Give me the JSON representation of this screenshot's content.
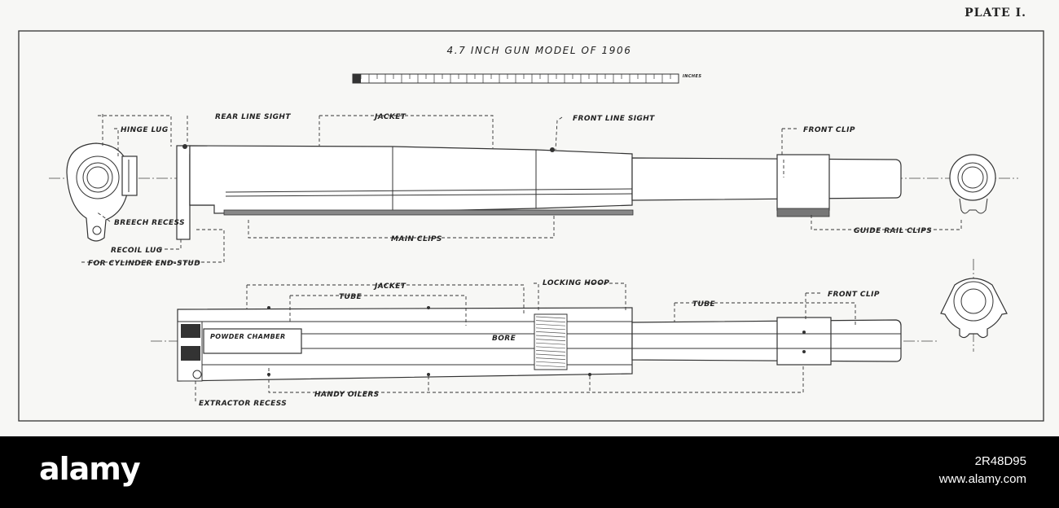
{
  "plate": "PLATE I.",
  "title": "4.7 INCH GUN MODEL OF 1906",
  "scale_unit": "INCHES",
  "top_view": {
    "rear_line_sight": "REAR LINE SIGHT",
    "hinge_lug": "HINGE LUG",
    "jacket": "JACKET",
    "front_line_sight": "FRONT LINE SIGHT",
    "front_clip": "FRONT CLIP",
    "breech_recess": "BREECH RECESS",
    "recoil_lug": "RECOIL LUG",
    "cylinder_end_stud": "FOR CYLINDER END-STUD",
    "main_clips": "MAIN CLIPS",
    "guide_rail_clips": "GUIDE RAIL CLIPS"
  },
  "section_view": {
    "jacket": "JACKET",
    "tube": "TUBE",
    "locking_hoop": "LOCKING HOOP",
    "tube_front": "TUBE",
    "front_clip": "FRONT CLIP",
    "powder_chamber": "POWDER CHAMBER",
    "bore": "BORE",
    "handy_oilers": "HANDY OILERS",
    "extractor_recess": "EXTRACTOR RECESS"
  },
  "footer": {
    "brand": "alamy",
    "stock_id": "2R48D95",
    "site": "www.alamy.com"
  }
}
